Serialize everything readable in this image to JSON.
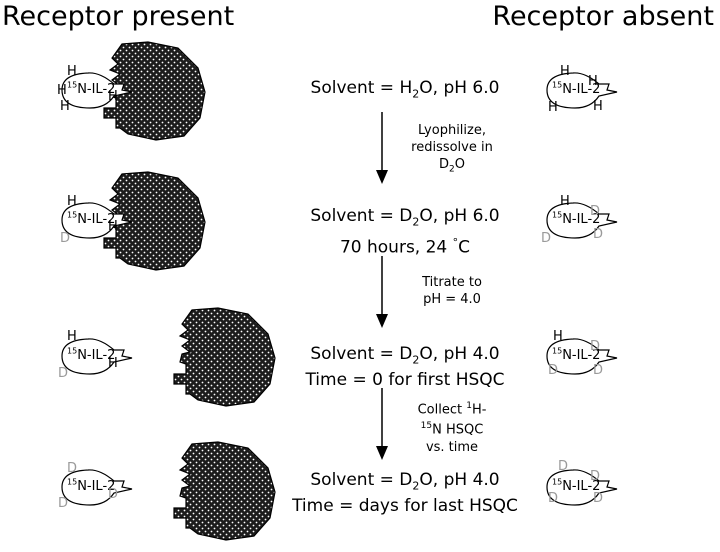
{
  "headers": {
    "left": "Receptor present",
    "right": "Receptor absent"
  },
  "peptide_label": {
    "sup": "15",
    "base": "N-IL-2"
  },
  "atoms": {
    "H": "H",
    "D": "D"
  },
  "rows": [
    {
      "line1": {
        "pre": "Solvent = H",
        "sub": "2",
        "post": "O, pH 6.0"
      },
      "line2": ""
    },
    {
      "line1": {
        "pre": "Solvent = D",
        "sub": "2",
        "post": "O, pH 6.0"
      },
      "line2": {
        "pre": "70 hours, 24 ",
        "deg": "°",
        "post": "C"
      }
    },
    {
      "line1": {
        "pre": "Solvent = D",
        "sub": "2",
        "post": "O, pH 4.0"
      },
      "line2": "Time = 0 for first HSQC"
    },
    {
      "line1": {
        "pre": "Solvent = D",
        "sub": "2",
        "post": "O, pH 4.0"
      },
      "line2": "Time = days for last HSQC"
    }
  ],
  "steps": [
    {
      "l1": "Lyophilize,",
      "l2": "redissolve in",
      "l3_pre": "D",
      "l3_sub": "2",
      "l3_post": "O"
    },
    {
      "l1": "Titrate to",
      "l2": "pH = 4.0"
    },
    {
      "l1_pre": "Collect ",
      "l1_sup": "1",
      "l1_post": "H-",
      "l2_sup": "15",
      "l2_post": "N HSQC",
      "l3": "vs. time"
    }
  ]
}
